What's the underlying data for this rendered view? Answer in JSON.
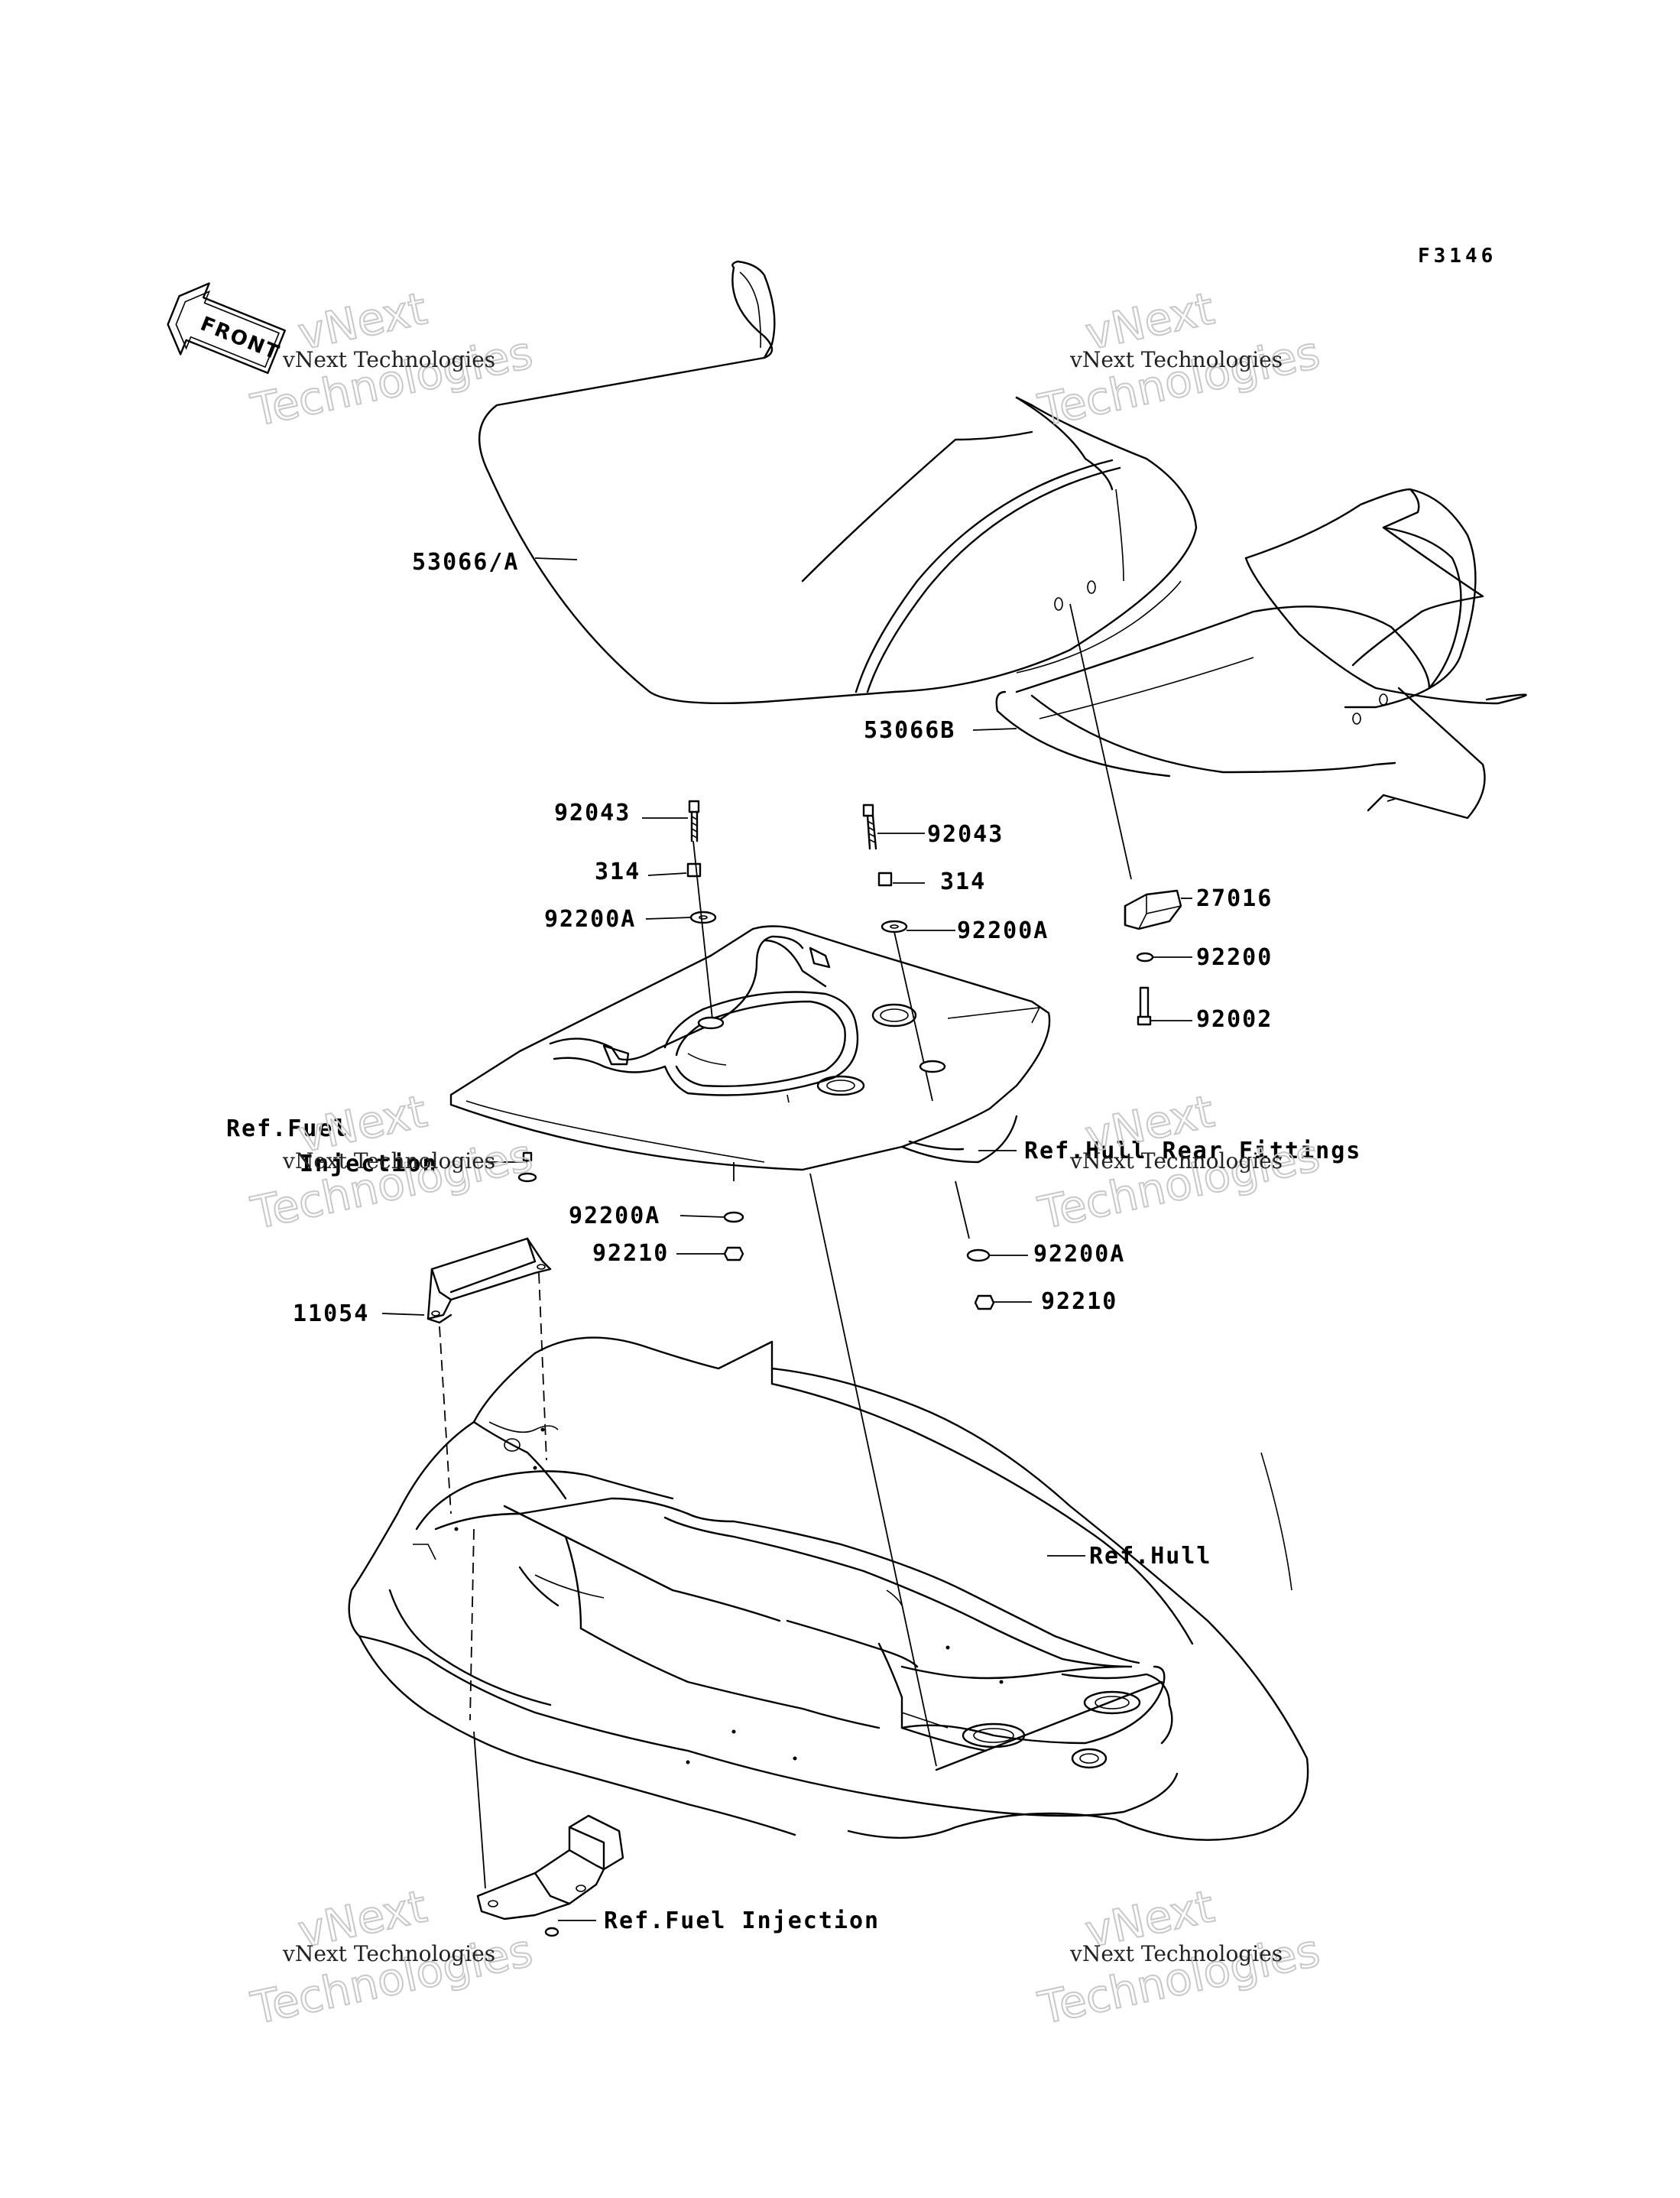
{
  "diagram_code": "F3146",
  "front_arrow": {
    "label": "FRONT",
    "icon": "front-direction-arrow-icon"
  },
  "watermark": {
    "line1": "vNext Technologies",
    "line2": "vNext",
    "line3": "Technologies"
  },
  "parts": {
    "seat_front": "53066/A",
    "seat_rear": "53066B",
    "bolt_left": "92043",
    "bolt_right": "92043",
    "collar_left": "314",
    "collar_right": "314",
    "washer_left_top": "92200A",
    "washer_right_top": "92200A",
    "stay": "27016",
    "washer_stay": "92200",
    "bolt_stay": "92002",
    "ref_fuel_top_1": "Ref.Fuel",
    "ref_fuel_top_2": "Injection",
    "ref_hull_rear": "Ref.Hull Rear Fittings",
    "washer_center": "92200A",
    "nut_center": "92210",
    "washer_right_low": "92200A",
    "nut_right_low": "92210",
    "bracket": "11054",
    "ref_hull": "Ref.Hull",
    "ref_fuel_bottom": "Ref.Fuel Injection"
  }
}
